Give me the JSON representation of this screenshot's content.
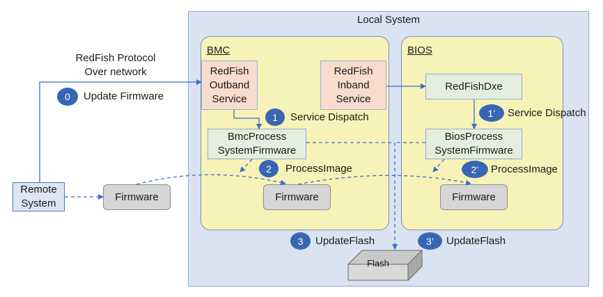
{
  "regions": {
    "local_system": "Local System",
    "bmc": "BMC",
    "bios": "BIOS"
  },
  "protocol_label": {
    "line1": "RedFish Protocol",
    "line2": "Over network"
  },
  "boxes": {
    "redfish_outband": "RedFish\nOutband\nService",
    "redfish_inband": "RedFish\nInband\nService",
    "redfish_dxe": "RedFishDxe",
    "bmc_process": "BmcProcess\nSystemFirmware",
    "bios_process": "BiosProcess\nSystemFirmware",
    "remote_system": "Remote\nSystem",
    "firmware_remote": "Firmware",
    "firmware_bmc": "Firmware",
    "firmware_bios": "Firmware",
    "flash": "Flash"
  },
  "steps": [
    {
      "num": "0",
      "label": "Update Firmware"
    },
    {
      "num": "1",
      "label": "Service Dispatch"
    },
    {
      "num": "1’",
      "label": "Service Dispatch"
    },
    {
      "num": "2",
      "label": "ProcessImage"
    },
    {
      "num": "2’",
      "label": "ProcessImage"
    },
    {
      "num": "3",
      "label": "UpdateFlash"
    },
    {
      "num": "3’",
      "label": "UpdateFlash"
    }
  ],
  "colors": {
    "local_bg": "#d9e3f2",
    "panel_bg": "#f7f2b8",
    "step_badge": "#3866b5",
    "arrow": "#3a6fc4"
  }
}
